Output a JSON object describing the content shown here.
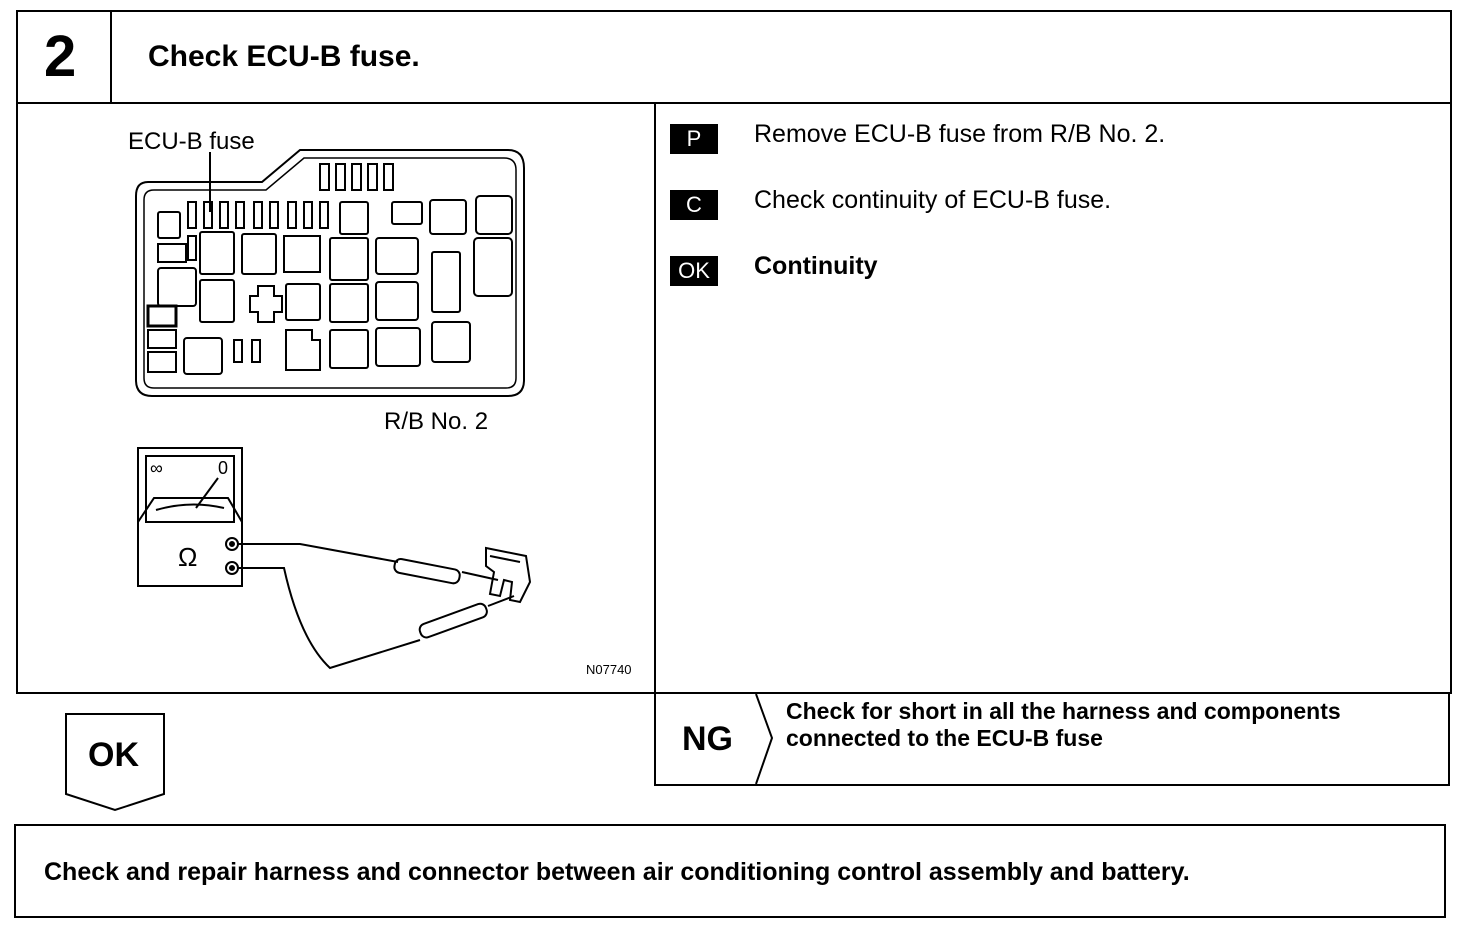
{
  "header": {
    "step_number": "2",
    "title": "Check ECU-B fuse."
  },
  "figure": {
    "fuse_label": "ECU-B fuse",
    "box_label": "R/B No. 2",
    "meter_infinity": "∞",
    "meter_zero": "0",
    "meter_ohm": "Ω",
    "figure_code": "N07740"
  },
  "instructions": [
    {
      "badge": "P",
      "text": "Remove ECU-B fuse from R/B No. 2."
    },
    {
      "badge": "C",
      "text": "Check continuity of ECU-B fuse."
    },
    {
      "badge": "OK",
      "text": "Continuity"
    }
  ],
  "ok_result": {
    "label": "OK"
  },
  "ng_result": {
    "label": "NG",
    "text_line1": "Check for short in all the harness and components",
    "text_line2": "connected to the ECU-B fuse"
  },
  "final_step": {
    "text": "Check and repair harness and connector between air conditioning control assembly and battery."
  }
}
